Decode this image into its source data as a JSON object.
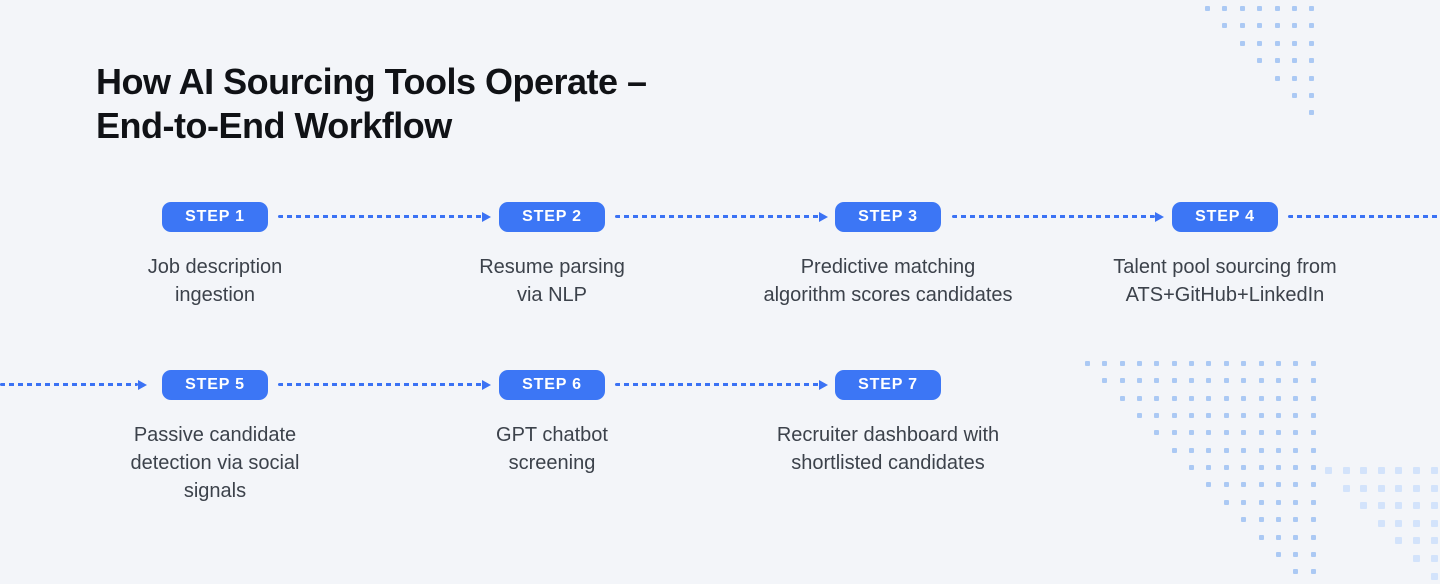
{
  "title": "How AI Sourcing Tools Operate –\nEnd-to-End Workflow",
  "steps": [
    {
      "badge": "STEP 1",
      "label": "Job description\ningestion"
    },
    {
      "badge": "STEP 2",
      "label": "Resume parsing\nvia NLP"
    },
    {
      "badge": "STEP 3",
      "label": "Predictive matching\nalgorithm scores candidates"
    },
    {
      "badge": "STEP 4",
      "label": "Talent pool sourcing from\nATS+GitHub+LinkedIn"
    },
    {
      "badge": "STEP 5",
      "label": "Passive candidate\ndetection via social\nsignals"
    },
    {
      "badge": "STEP 6",
      "label": "GPT chatbot\nscreening"
    },
    {
      "badge": "STEP 7",
      "label": "Recruiter dashboard with\nshortlisted candidates"
    }
  ],
  "colors": {
    "background": "#f3f5f9",
    "badge_blue": "#3c76f5",
    "arrow_blue": "#3b72f4",
    "title_text": "#101216",
    "label_text": "#3c424b",
    "dot_small": "#abc9f4",
    "dot_large": "#d3e3fb"
  }
}
